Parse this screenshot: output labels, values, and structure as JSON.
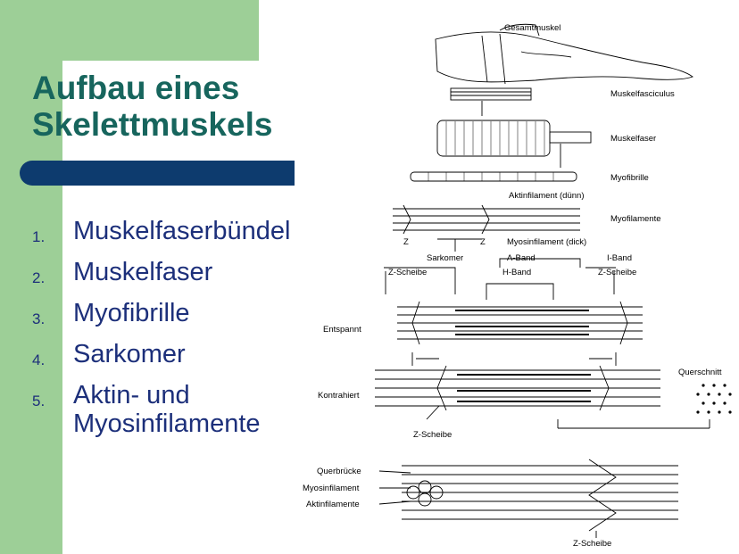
{
  "title": {
    "line1": "Aufbau eines",
    "line2": "Skelettmuskels"
  },
  "list": [
    {
      "number": "1.",
      "text": "Muskelfaserbündel"
    },
    {
      "number": "2.",
      "text": "Muskelfaser"
    },
    {
      "number": "3.",
      "text": "Myofibrille"
    },
    {
      "number": "4.",
      "text": "Sarkomer"
    },
    {
      "number": "5.",
      "text": "Aktin- und",
      "text2": "Myosinfilamente"
    }
  ],
  "diagram": {
    "gesamtmuskel": "Gesamtmuskel",
    "muskelfasciculus": "Muskelfasciculus",
    "muskelfaser": "Muskelfaser",
    "myofibrille": "Myofibrille",
    "aktinfilament_duenn": "Aktinfilament (dünn)",
    "myofilamente": "Myofilamente",
    "z_left": "Z",
    "z_right": "Z",
    "myosinfilament_dick": "Myosinfilament (dick)",
    "sarkomer": "Sarkomer",
    "a_band": "A-Band",
    "i_band": "I-Band",
    "z_scheibe_left": "Z-Scheibe",
    "h_band": "H-Band",
    "z_scheibe_right": "Z-Scheibe",
    "entspannt": "Entspannt",
    "querschnitt": "Querschnitt",
    "kontrahiert": "Kontrahiert",
    "z_scheibe_bottom": "Z-Scheibe",
    "querbruecke": "Querbrücke",
    "myosinfilament": "Myosinfilament",
    "aktinfilamente": "Aktinfilamente",
    "z_scheibe_lowest": "Z-Scheibe"
  }
}
